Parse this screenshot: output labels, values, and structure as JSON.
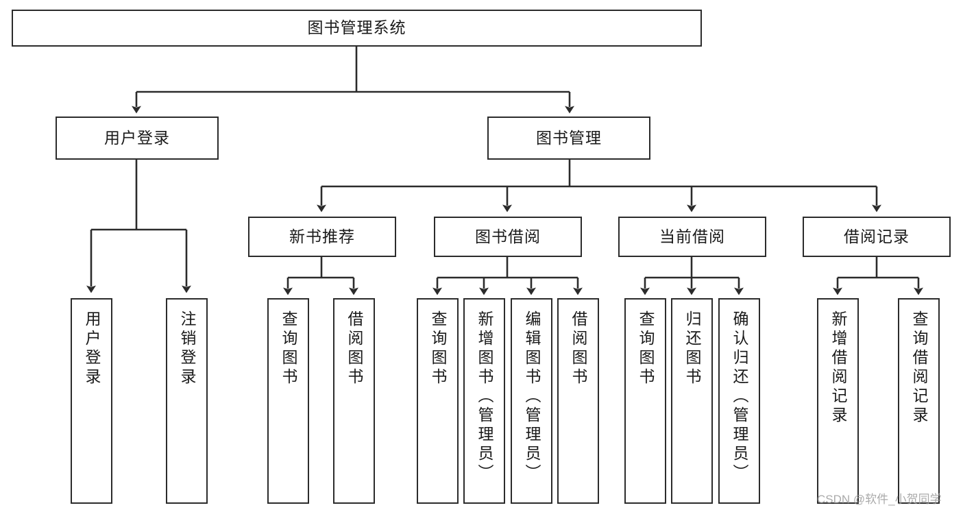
{
  "diagram": {
    "title": "图书管理系统",
    "type": "hierarchy-tree",
    "stroke_color": "#2b2b2b",
    "fill_color": "#ffffff",
    "text_color": "#1a1a1a",
    "root": {
      "label": "图书管理系统"
    },
    "level2": [
      {
        "label": "用户登录"
      },
      {
        "label": "图书管理"
      }
    ],
    "level3": [
      {
        "label": "新书推荐"
      },
      {
        "label": "图书借阅"
      },
      {
        "label": "当前借阅"
      },
      {
        "label": "借阅记录"
      }
    ],
    "leaves": {
      "user_login": [
        {
          "label": "用户登录"
        },
        {
          "label": "注销登录"
        }
      ],
      "new_book_recommend": [
        {
          "label": "查询图书"
        },
        {
          "label": "借阅图书"
        }
      ],
      "book_borrow": [
        {
          "label": "查询图书"
        },
        {
          "label": "新增图书（管理员）"
        },
        {
          "label": "编辑图书（管理员）"
        },
        {
          "label": "借阅图书"
        }
      ],
      "current_borrow": [
        {
          "label": "查询图书"
        },
        {
          "label": "归还图书"
        },
        {
          "label": "确认归还（管理员）"
        }
      ],
      "borrow_records": [
        {
          "label": "新增借阅记录"
        },
        {
          "label": "查询借阅记录"
        }
      ]
    }
  },
  "watermark": {
    "text": "CSDN @软件_小贺同学"
  }
}
